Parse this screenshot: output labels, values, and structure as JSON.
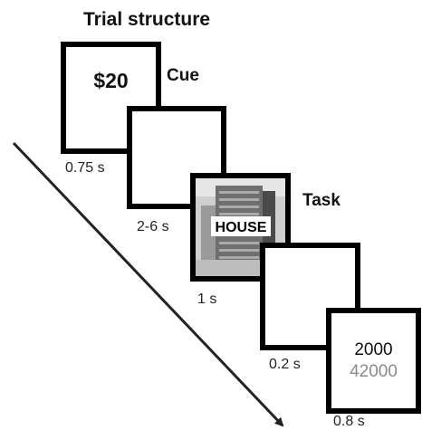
{
  "title": "Trial structure",
  "cue": {
    "label": "Cue",
    "value": "$20",
    "duration": "0.75 s"
  },
  "fixation1": {
    "duration": "2-6 s"
  },
  "task": {
    "label": "Task",
    "word": "HOUSE",
    "duration": "1 s"
  },
  "fixation2": {
    "duration": "0.2 s"
  },
  "feedback": {
    "line1": "2000",
    "line2": "42000",
    "duration": "0.8 s"
  },
  "colors": {
    "frame": "#000000",
    "feedback_secondary": "#8a8a8a"
  }
}
